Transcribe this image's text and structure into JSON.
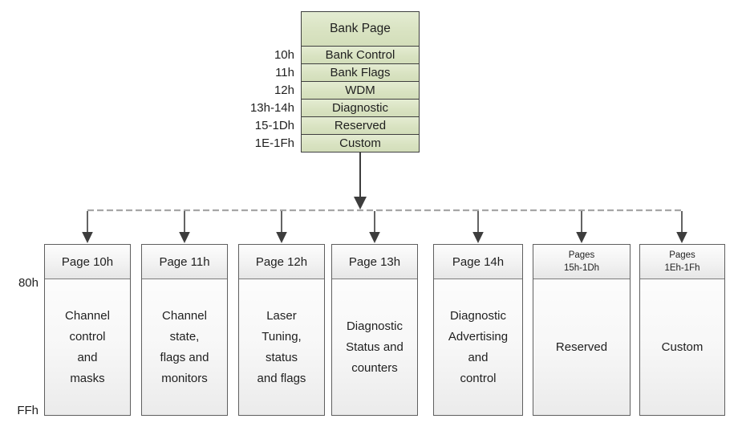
{
  "bank_table": {
    "header": "Bank Page",
    "rows": [
      {
        "address": "10h",
        "label": "Bank Control"
      },
      {
        "address": "11h",
        "label": "Bank Flags"
      },
      {
        "address": "12h",
        "label": "WDM"
      },
      {
        "address": "13h-14h",
        "label": "Diagnostic"
      },
      {
        "address": "15-1Dh",
        "label": "Reserved"
      },
      {
        "address": "1E-1Fh",
        "label": "Custom"
      }
    ]
  },
  "address_range": {
    "start": "80h",
    "end": "FFh"
  },
  "pages": [
    {
      "header": "Page 10h",
      "body": "Channel\ncontrol\nand\nmasks"
    },
    {
      "header": "Page 11h",
      "body": "Channel\nstate,\nflags and\nmonitors"
    },
    {
      "header": "Page 12h",
      "body": "Laser\nTuning,\nstatus\nand flags"
    },
    {
      "header": "Page 13h",
      "body": "Diagnostic\nStatus and\ncounters"
    },
    {
      "header": "Page 14h",
      "body": "Diagnostic\nAdvertising\nand\ncontrol"
    },
    {
      "header": "Pages\n15h-1Dh",
      "body": "Reserved"
    },
    {
      "header": "Pages\n1Eh-1Fh",
      "body": "Custom"
    }
  ],
  "colors": {
    "bank_fill": "#d9e3c2",
    "bank_border": "#3f3f3f",
    "page_box_border": "#5f5f5f",
    "arrow": "#3d3d3d",
    "dashed_connector": "#a6a6a6"
  }
}
